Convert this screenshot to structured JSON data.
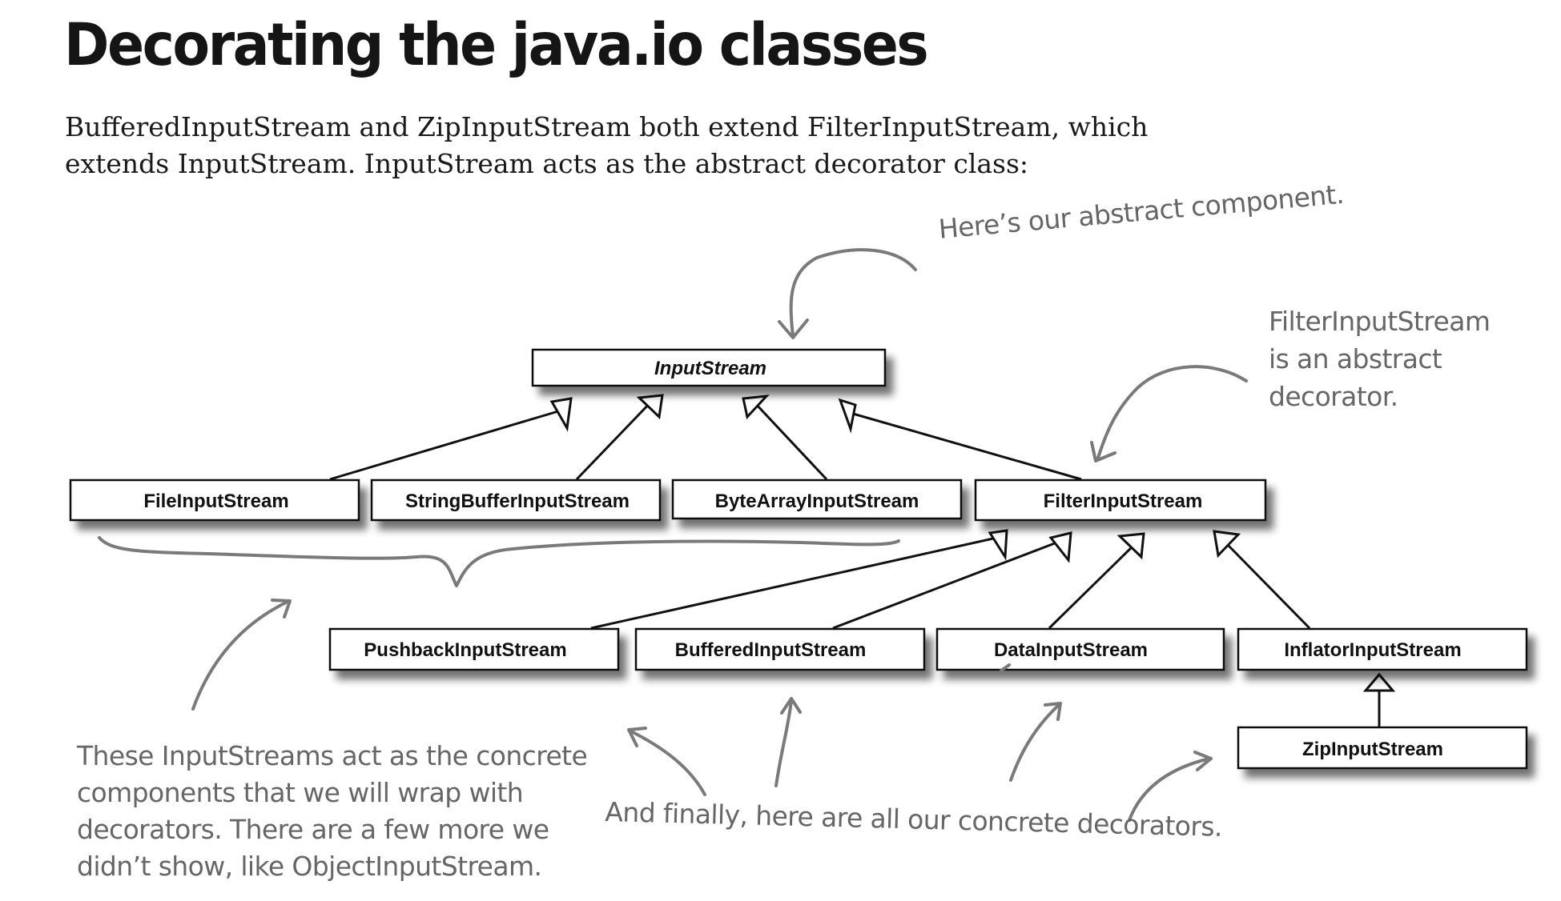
{
  "title": "Decorating the java.io classes",
  "intro": {
    "line1": "BufferedInputStream and ZipInputStream both extend FilterInputStream, which",
    "line2": "extends InputStream. InputStream acts as the abstract decorator class:"
  },
  "classes": {
    "input_stream": "InputStream",
    "file_input_stream": "FileInputStream",
    "string_buffer_input_stream": "StringBufferInputStream",
    "byte_array_input_stream": "ByteArrayInputStream",
    "filter_input_stream": "FilterInputStream",
    "pushback_input_stream": "PushbackInputStream",
    "buffered_input_stream": "BufferedInputStream",
    "data_input_stream": "DataInputStream",
    "inflator_input_stream": "InflatorInputStream",
    "zip_input_stream": "ZipInputStream"
  },
  "annotations": {
    "abstract_component": "Here’s our abstract component.",
    "abstract_decorator": {
      "line1": "FilterInputStream",
      "line2": "is an abstract",
      "line3": "decorator."
    },
    "concrete_components": {
      "line1": "These InputStreams act as the concrete",
      "line2": "components that we will wrap with",
      "line3": "decorators. There are a few more we",
      "line4": "didn’t show, like ObjectInputStream."
    },
    "concrete_decorators": "And finally, here are all our concrete decorators."
  },
  "colors": {
    "box_border": "#111111",
    "box_shadow": "#9a9a9a",
    "annotation": "#666666"
  }
}
